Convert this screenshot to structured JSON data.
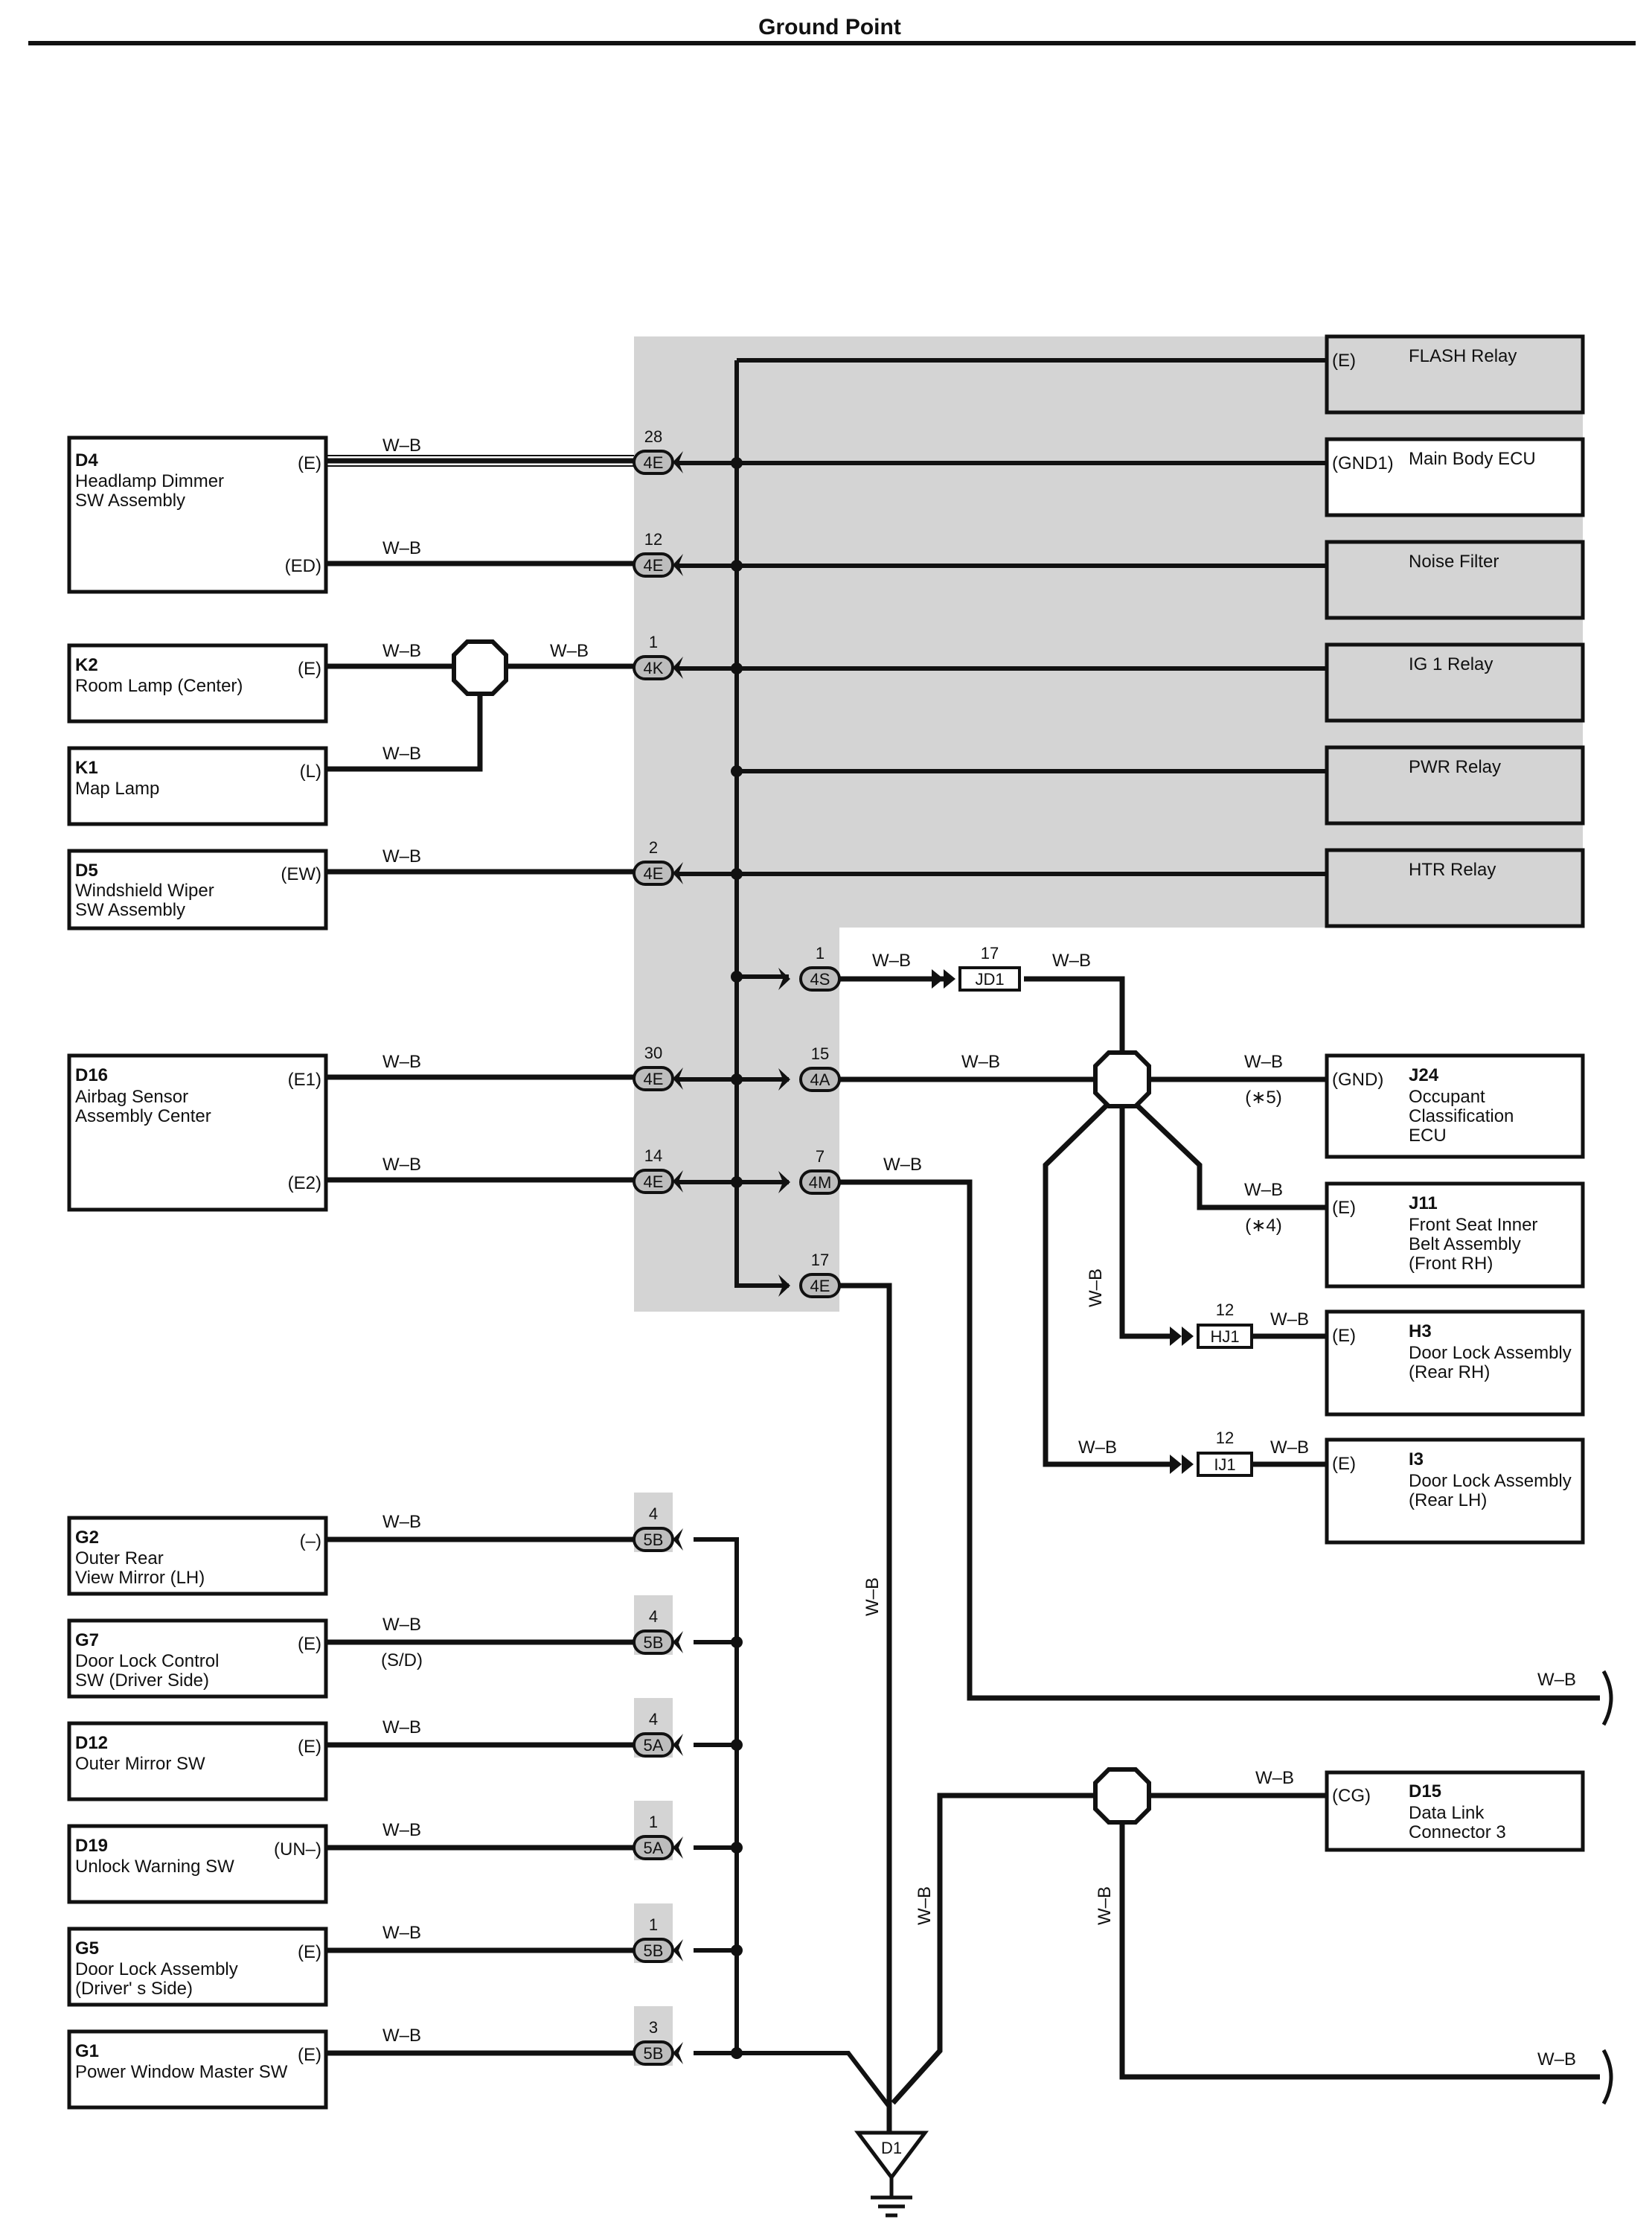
{
  "title": "Ground Point",
  "wire_color": "W–B",
  "ground": "D1",
  "left_components": [
    {
      "id": "D4",
      "name": [
        "Headlamp Dimmer",
        "SW Assembly"
      ],
      "pins": [
        "(E)",
        "(ED)"
      ]
    },
    {
      "id": "K2",
      "name": [
        "Room Lamp (Center)"
      ],
      "pins": [
        "(E)"
      ]
    },
    {
      "id": "K1",
      "name": [
        "Map Lamp"
      ],
      "pins": [
        "(L)"
      ]
    },
    {
      "id": "D5",
      "name": [
        "Windshield Wiper",
        "SW Assembly"
      ],
      "pins": [
        "(EW)"
      ]
    },
    {
      "id": "D16",
      "name": [
        "Airbag Sensor",
        "Assembly Center"
      ],
      "pins": [
        "(E1)",
        "(E2)"
      ]
    },
    {
      "id": "G2",
      "name": [
        "Outer Rear",
        "View Mirror (LH)"
      ],
      "pins": [
        "(–)"
      ]
    },
    {
      "id": "G7",
      "name": [
        "Door Lock Control",
        "SW (Driver Side)"
      ],
      "pins": [
        "(E)"
      ],
      "note": "(S/D)"
    },
    {
      "id": "D12",
      "name": [
        "Outer Mirror SW"
      ],
      "pins": [
        "(E)"
      ]
    },
    {
      "id": "D19",
      "name": [
        "Unlock Warning SW"
      ],
      "pins": [
        "(UN–)"
      ]
    },
    {
      "id": "G5",
      "name": [
        "Door Lock Assembly",
        "(Driver' s Side)"
      ],
      "pins": [
        "(E)"
      ]
    },
    {
      "id": "G1",
      "name": [
        "Power Window Master SW"
      ],
      "pins": [
        "(E)"
      ]
    }
  ],
  "right_components": [
    {
      "id": "",
      "name": [
        "FLASH Relay"
      ],
      "pin": "(E)"
    },
    {
      "id": "",
      "name": [
        "Main Body ECU"
      ],
      "pin": "(GND1)"
    },
    {
      "id": "",
      "name": [
        "Noise Filter"
      ],
      "pin": ""
    },
    {
      "id": "",
      "name": [
        "IG 1 Relay"
      ],
      "pin": ""
    },
    {
      "id": "",
      "name": [
        "PWR Relay"
      ],
      "pin": ""
    },
    {
      "id": "",
      "name": [
        "HTR Relay"
      ],
      "pin": ""
    },
    {
      "id": "J24",
      "name": [
        "Occupant",
        "Classification",
        "ECU"
      ],
      "pin": "(GND)",
      "note": "(∗5)"
    },
    {
      "id": "J11",
      "name": [
        "Front Seat Inner",
        "Belt Assembly",
        "(Front RH)"
      ],
      "pin": "(E)",
      "note": "(∗4)"
    },
    {
      "id": "H3",
      "name": [
        "Door Lock Assembly",
        "(Rear RH)"
      ],
      "pin": "(E)"
    },
    {
      "id": "I3",
      "name": [
        "Door Lock Assembly",
        "(Rear LH)"
      ],
      "pin": "(E)"
    },
    {
      "id": "D15",
      "name": [
        "Data Link",
        "Connector 3"
      ],
      "pin": "(CG)"
    }
  ],
  "connectors_left": [
    {
      "code": "4E",
      "pin": "28"
    },
    {
      "code": "4E",
      "pin": "12"
    },
    {
      "code": "4K",
      "pin": "1"
    },
    {
      "code": "4E",
      "pin": "2"
    },
    {
      "code": "4E",
      "pin": "30"
    },
    {
      "code": "4E",
      "pin": "14"
    },
    {
      "code": "5B",
      "pin": "4"
    },
    {
      "code": "5B",
      "pin": "4"
    },
    {
      "code": "5A",
      "pin": "4"
    },
    {
      "code": "5A",
      "pin": "1"
    },
    {
      "code": "5B",
      "pin": "1"
    },
    {
      "code": "5B",
      "pin": "3"
    }
  ],
  "connectors_mid": [
    {
      "code": "4S",
      "pin": "1"
    },
    {
      "code": "4A",
      "pin": "15"
    },
    {
      "code": "4M",
      "pin": "7"
    },
    {
      "code": "4E",
      "pin": "17"
    }
  ],
  "junctions": [
    {
      "code": "JD1",
      "pin": "17"
    },
    {
      "code": "HJ1",
      "pin": "12"
    },
    {
      "code": "IJ1",
      "pin": "12"
    }
  ]
}
